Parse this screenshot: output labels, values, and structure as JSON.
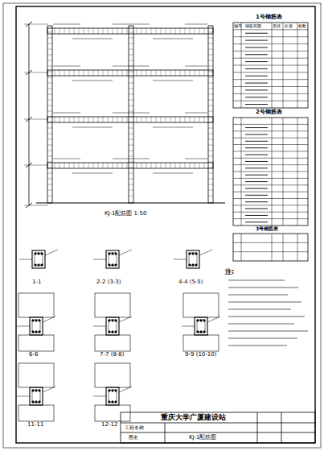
{
  "diagram": {
    "labels": [
      "KJ-1配筋图 1:50",
      "1-1",
      "2-2 (3-3)",
      "4-4 (5-5)",
      "6-6",
      "7-7 (8-8)",
      "9-9 (10-10)",
      "11-11",
      "12-12",
      "1号钢筋表",
      "2号钢筋表",
      "3号钢筋表",
      "注:",
      "重庆大学广厦建设站",
      "工程名称",
      "图名",
      "KJ-1配筋图",
      "编号",
      "钢筋简图",
      "直径",
      "长度",
      "根数"
    ]
  }
}
